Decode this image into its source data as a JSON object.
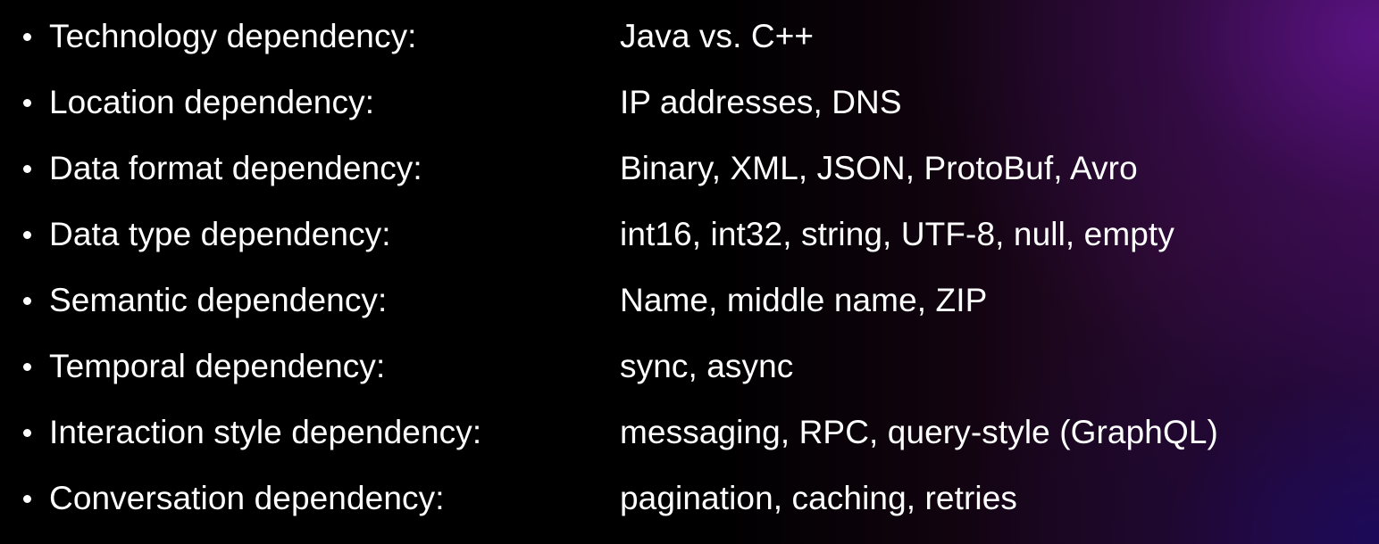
{
  "items": [
    {
      "label": "Technology dependency:",
      "value": "Java vs. C++"
    },
    {
      "label": "Location dependency:",
      "value": "IP addresses, DNS"
    },
    {
      "label": "Data format dependency:",
      "value": "Binary, XML, JSON, ProtoBuf, Avro"
    },
    {
      "label": "Data type dependency:",
      "value": "int16, int32, string, UTF-8, null, empty"
    },
    {
      "label": "Semantic dependency:",
      "value": "Name, middle name, ZIP"
    },
    {
      "label": "Temporal dependency:",
      "value": "sync, async"
    },
    {
      "label": "Interaction style dependency:",
      "value": "messaging, RPC, query-style (GraphQL)"
    },
    {
      "label": "Conversation dependency:",
      "value": "pagination, caching, retries"
    }
  ],
  "colors": {
    "text": "#ffffff",
    "background": "#000000",
    "accent_purple": "#5f148c",
    "accent_blue": "#190a5a"
  }
}
